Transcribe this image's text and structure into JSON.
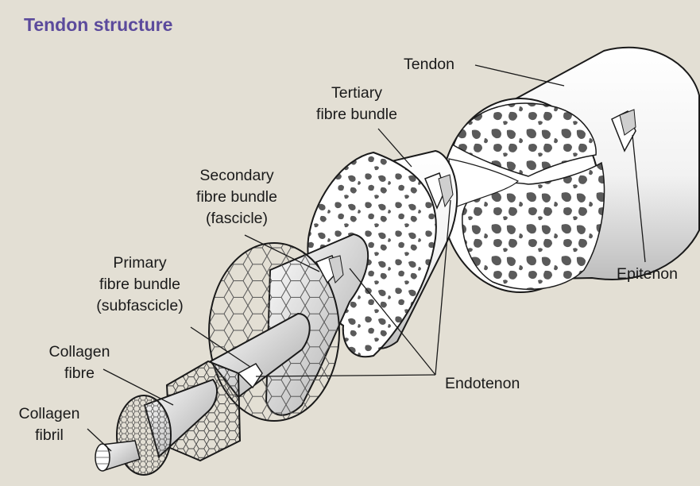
{
  "title": "Tendon structure",
  "labels": {
    "tendon": "Tendon",
    "tertiary": [
      "Tertiary",
      "fibre bundle"
    ],
    "secondary": [
      "Secondary",
      "fibre bundle",
      "(fascicle)"
    ],
    "primary": [
      "Primary",
      "fibre bundle",
      "(subfascicle)"
    ],
    "collagen_fibre": [
      "Collagen",
      "fibre"
    ],
    "collagen_fibril": [
      "Collagen",
      "fibril"
    ],
    "epitenon": "Epitenon",
    "endotenon": "Endotenon"
  },
  "colors": {
    "background": "#e3dfd4",
    "title": "#5b4a9c",
    "blob_fill": "#5a5a5a",
    "outline": "#1a1a1a"
  }
}
